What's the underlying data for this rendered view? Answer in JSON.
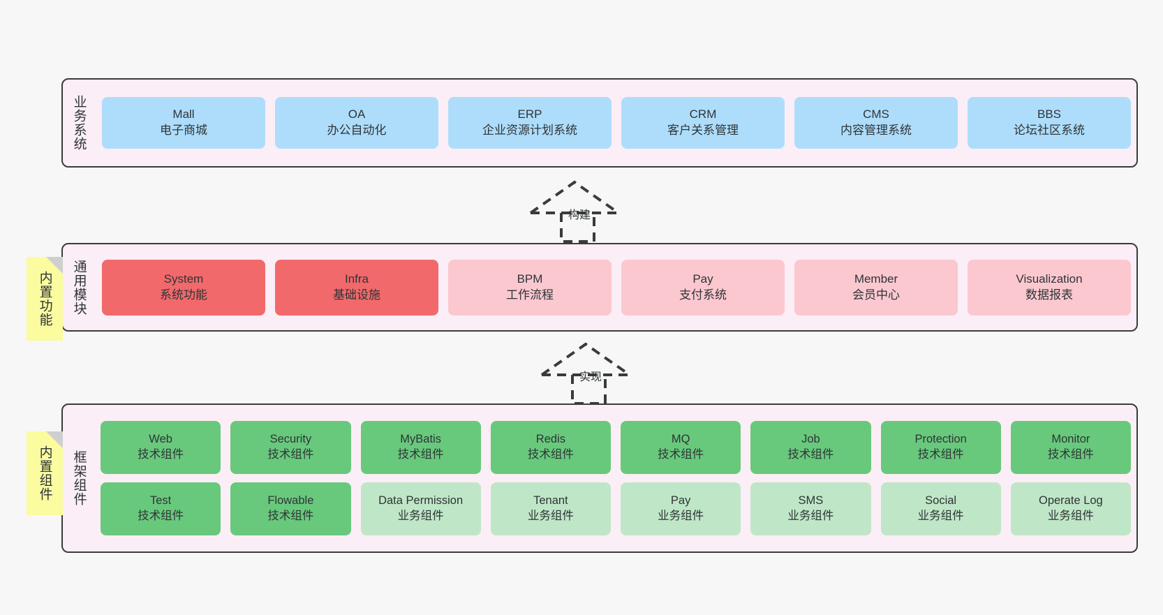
{
  "diagram": {
    "background_color": "#f7f7f7",
    "container_border_color": "#3b3b3b",
    "container_fill_color": "#fbeef6",
    "sticky_color": "#fbfba0"
  },
  "layers": [
    {
      "id": "business",
      "title": "业务系统",
      "accent": "#aeddfb",
      "rows": [
        [
          {
            "en": "Mall",
            "cn": "电子商城",
            "style": "c-blue"
          },
          {
            "en": "OA",
            "cn": "办公自动化",
            "style": "c-blue"
          },
          {
            "en": "ERP",
            "cn": "企业资源计划系统",
            "style": "c-blue"
          },
          {
            "en": "CRM",
            "cn": "客户关系管理",
            "style": "c-blue"
          },
          {
            "en": "CMS",
            "cn": "内容管理系统",
            "style": "c-blue"
          },
          {
            "en": "BBS",
            "cn": "论坛社区系统",
            "style": "c-blue"
          }
        ]
      ]
    },
    {
      "id": "modules",
      "title": "通用模块",
      "accent": "#f2696b",
      "rows": [
        [
          {
            "en": "System",
            "cn": "系统功能",
            "style": "c-red"
          },
          {
            "en": "Infra",
            "cn": "基础设施",
            "style": "c-red"
          },
          {
            "en": "BPM",
            "cn": "工作流程",
            "style": "c-pinklight"
          },
          {
            "en": "Pay",
            "cn": "支付系统",
            "style": "c-pinklight"
          },
          {
            "en": "Member",
            "cn": "会员中心",
            "style": "c-pinklight"
          },
          {
            "en": "Visualization",
            "cn": "数据报表",
            "style": "c-pinklight"
          }
        ]
      ]
    },
    {
      "id": "framework",
      "title": "框架组件",
      "accent": "#68c97c",
      "rows": [
        [
          {
            "en": "Web",
            "cn": "技术组件",
            "style": "c-green"
          },
          {
            "en": "Security",
            "cn": "技术组件",
            "style": "c-green"
          },
          {
            "en": "MyBatis",
            "cn": "技术组件",
            "style": "c-green"
          },
          {
            "en": "Redis",
            "cn": "技术组件",
            "style": "c-green"
          },
          {
            "en": "MQ",
            "cn": "技术组件",
            "style": "c-green"
          },
          {
            "en": "Job",
            "cn": "技术组件",
            "style": "c-green"
          },
          {
            "en": "Protection",
            "cn": "技术组件",
            "style": "c-green"
          },
          {
            "en": "Monitor",
            "cn": "技术组件",
            "style": "c-green"
          }
        ],
        [
          {
            "en": "Test",
            "cn": "技术组件",
            "style": "c-green"
          },
          {
            "en": "Flowable",
            "cn": "技术组件",
            "style": "c-green"
          },
          {
            "en": "Data Permission",
            "cn": "业务组件",
            "style": "c-greenlight",
            "wrap": true
          },
          {
            "en": "Tenant",
            "cn": "业务组件",
            "style": "c-greenlight"
          },
          {
            "en": "Pay",
            "cn": "业务组件",
            "style": "c-greenlight"
          },
          {
            "en": "SMS",
            "cn": "业务组件",
            "style": "c-greenlight"
          },
          {
            "en": "Social",
            "cn": "业务组件",
            "style": "c-greenlight"
          },
          {
            "en": "Operate Log",
            "cn": "业务组件",
            "style": "c-greenlight"
          }
        ]
      ]
    }
  ],
  "arrows": [
    {
      "id": "build",
      "label": "构建"
    },
    {
      "id": "implement",
      "label": "实现"
    }
  ],
  "sticky_notes": [
    {
      "id": "builtin-function",
      "label": "内置功能"
    },
    {
      "id": "builtin-component",
      "label": "内置组件"
    }
  ]
}
